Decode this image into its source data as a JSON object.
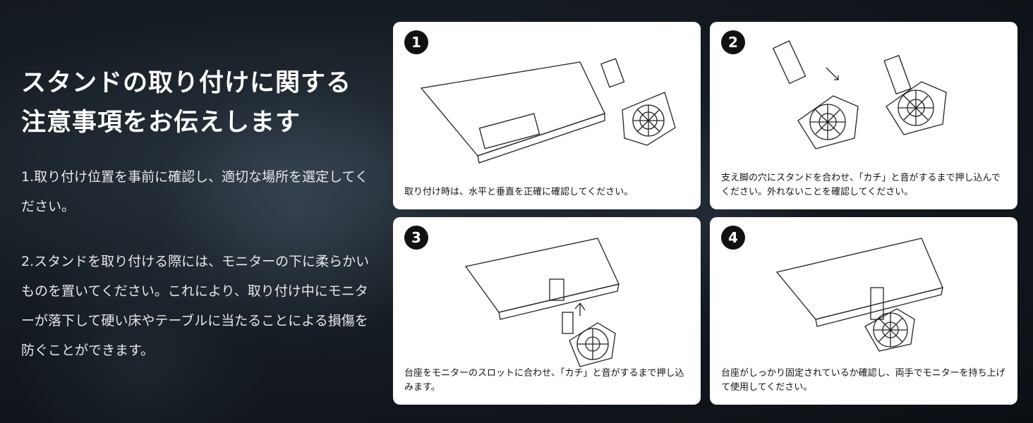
{
  "title_lines": [
    "スタンドの取り付けに関する",
    "注意事項をお伝えします"
  ],
  "paragraphs": [
    "1.取り付け位置を事前に確認し、適切な場所を選定してください。",
    "2.スタンドを取り付ける際には、モニターの下に柔らかいものを置いてください。これにより、取り付け中にモニターが落下して硬い床やテーブルに当たることによる損傷を防ぐことができます。"
  ],
  "steps": [
    {
      "number": "1",
      "caption": "取り付け時は、水平と垂直を正確に確認してください。"
    },
    {
      "number": "2",
      "caption": "支え脚の穴にスタンドを合わせ、「カチ」と音がするまで押し込んでください。外れないことを確認してください。"
    },
    {
      "number": "3",
      "caption": "台座をモニターのスロットに合わせ、「カチ」と音がするまで押し込みます。"
    },
    {
      "number": "4",
      "caption": "台座がしっかり固定されているか確認し、両手でモニターを持ち上げて使用してください。"
    }
  ]
}
